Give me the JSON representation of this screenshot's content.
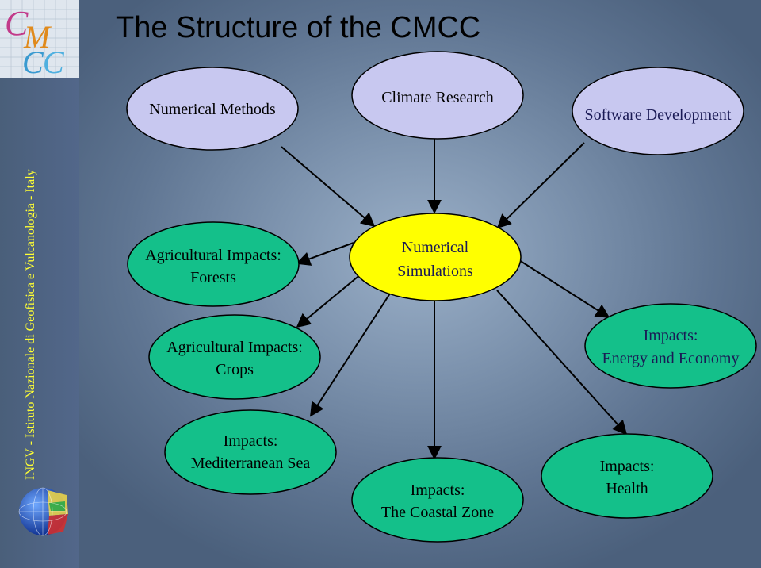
{
  "title": "The Structure of the CMCC",
  "sidebar_text": "INGV - Istituto Nazionale di Geofisica e Vulcanologia - Italy",
  "logo_text": "CMCC",
  "colors": {
    "top_node_fill": "#c8c8f0",
    "center_node_fill": "#ffff00",
    "impact_node_fill": "#14c08a",
    "sidebar_text": "#ffff33"
  },
  "nodes": {
    "numerical_methods": {
      "lines": [
        "Numerical Methods"
      ]
    },
    "climate_research": {
      "lines": [
        "Climate Research"
      ]
    },
    "software_development": {
      "lines": [
        "Software Development"
      ]
    },
    "numerical_simulations": {
      "lines": [
        "Numerical",
        "Simulations"
      ]
    },
    "agri_forests": {
      "lines": [
        "Agricultural Impacts:",
        "Forests"
      ]
    },
    "agri_crops": {
      "lines": [
        "Agricultural Impacts:",
        "Crops"
      ]
    },
    "mediterranean": {
      "lines": [
        "Impacts:",
        "Mediterranean Sea"
      ]
    },
    "coastal_zone": {
      "lines": [
        "Impacts:",
        "The Coastal Zone"
      ]
    },
    "health": {
      "lines": [
        "Impacts:",
        "Health"
      ]
    },
    "energy_economy": {
      "lines": [
        "Impacts:",
        "Energy and Economy"
      ]
    }
  }
}
